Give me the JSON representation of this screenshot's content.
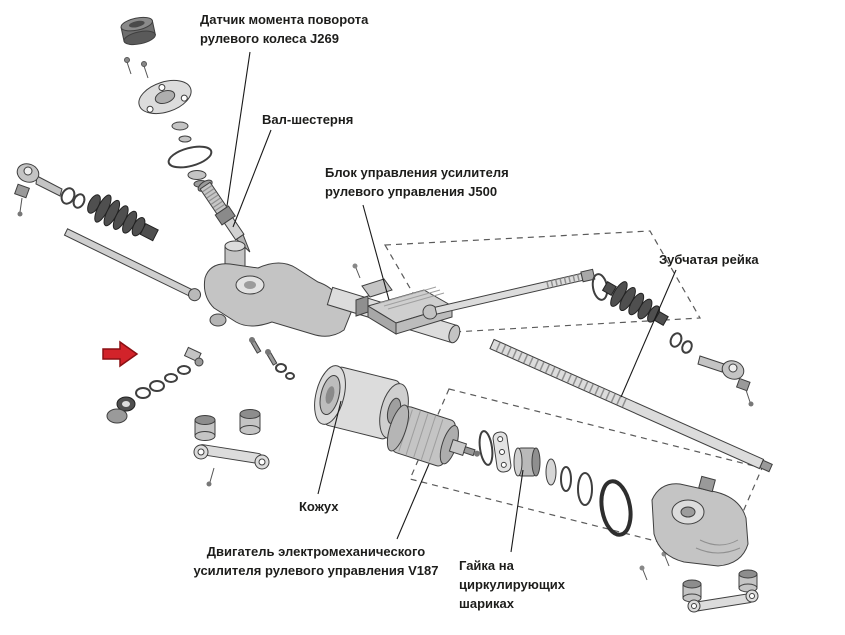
{
  "figure": {
    "background": "#ffffff",
    "pointer": {
      "name": "red-arrow-marker",
      "color": "#d2232a",
      "outline": "#8b1014"
    },
    "labels": {
      "torque_sensor": "Датчик момента поворота\nрулевого колеса J269",
      "pinion_shaft": "Вал-шестерня",
      "control_unit": "Блок управления усилителя\nрулевого управления J500",
      "rack": "Зубчатая рейка",
      "housing": "Кожух",
      "motor": "Двигатель электромеханического\nусилителя рулевого управления V187",
      "ball_nut": "Гайка на\nциркулирующих\nшариках"
    }
  }
}
